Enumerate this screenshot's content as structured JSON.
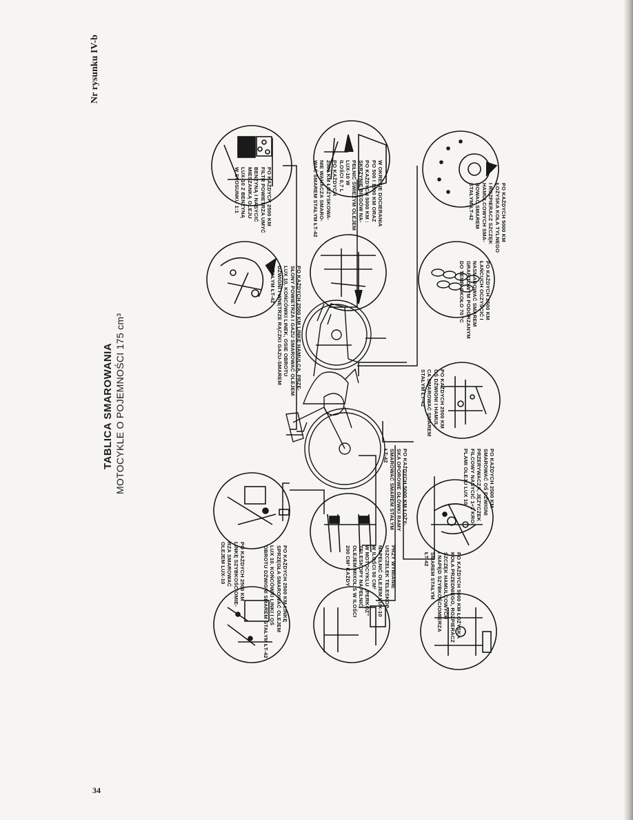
{
  "header": {
    "title": "TABLICA SMAROWANIA",
    "subtitle": "MOTOCYKLE O POJEMNOŚCI 175 cm³",
    "figure_label": "Nr rysunku IV-b"
  },
  "page_number": "34",
  "notes": [
    {
      "id": "fuel-filter",
      "lines": [
        "PO KAŻDYCH 2500 km",
        "FILTR POWIETRZA UMYĆ",
        "BENZYNĄ I NASYCIĆ",
        "MIESZANKĄ OLEJU",
        "LUX-10 Z BENZYNĄ",
        "W STOSUNKU 1:1"
      ]
    },
    {
      "id": "gearbox",
      "lines": [
        "W OKRESIE DOCIERANIA",
        "PO 500 I 1500 km ORAZ",
        "PO KAŻDYCH 5000 km :",
        "SKRZYNIĘ BIEGÓW NA-",
        "PEŁNIĆ ŚWIEŻYM OLEJEM",
        "LUX-10 W",
        "ILOŚCI 0,7 L",
        "PO KAŻDYCH",
        "2500 km ŁOŻYSKOWA-",
        "NIE WAHACZA SMARO-",
        "WAĆ SMAREM STAŁYM ŁT-42"
      ]
    },
    {
      "id": "rear-hub",
      "lines": [
        "PO KAŻDYCH 5000 km",
        "ŁOŻYSKA KOŁA TYLNEGO",
        "I ROZPIERACZ SZCZĘK",
        "HAMULCOWYCH SMA-",
        "ROWAĆ SMAREM",
        "STAŁYM ŁT-42"
      ]
    },
    {
      "id": "cables",
      "lines": [
        "PO KAŻDYCH 2500 km LINKĘ HAMULCA, PRZE-",
        "SŁONY POWIETRZA I GAZU SMAROWAĆ OLEJEM",
        "LUX 10, KOŃCÓWKI LINEK, OSIE OBROTU",
        "DŹWIGNI I WNĘTRZE RĄCZKI GAZU-SMAREM",
        "STAŁYM ŁT-42"
      ]
    },
    {
      "id": "chain",
      "lines": [
        "PO KAŻDYCH 2500 km",
        "ŁAŃCUCH OCZYŚCIĆ I",
        "NASMAROWAĆ SMAREM",
        "GRAFITOWYM PODGRZANYM",
        "DO TEMP. OKOŁO 70 °C"
      ]
    },
    {
      "id": "brake-lever",
      "lines": [
        "PO KAŻDYCH 2500 km",
        "OŚ DŹWIGNI I HAMUL-",
        "CA SMAROWAĆ SMAREM",
        "STAŁYM ŁT-42"
      ]
    },
    {
      "id": "breaker",
      "lines": [
        "PO KAŻDYCH 2500 km",
        "SMAROWAĆ OŚ DŹWIGNI",
        "PRZERYWACZA, JĘZYCZEK",
        "FILCOWY NASYCIĆ 1÷2 KRO-",
        "PLAMI OLEJU LUX 10"
      ]
    },
    {
      "id": "steering",
      "lines": [
        "PO KAŻDYCH 5000 km ŁOŻY-",
        "SKA OPOROWE GŁÓWKI RAMY",
        "SMAROWAĆ SMAREM STAŁYM",
        "ŁT-42"
      ]
    },
    {
      "id": "speedo-cable",
      "lines": [
        "PO KAŻDYCH 2500 km",
        "LINKĘ SZYBKOŚCIOMIE-",
        "RZA SMAROWAĆ",
        "OLEJEM LUX-10"
      ]
    },
    {
      "id": "clutch-cable",
      "lines": [
        "PO KAŻDYCH 2500 km LINKĘ",
        "SPRZĘGŁA SMAROWAĆ OLEJEM",
        "LUX 10. KOŃCÓWKI LINKI I OŚ",
        "OBROTU DŹWIGNI SMAREM STAŁYM ŁT-42"
      ]
    },
    {
      "id": "fork",
      "lines": [
        "PRZY WYMIANIE",
        "USZCZELEK TELESKOP",
        "NAPEŁNIĆ OLEJEM LUX-10",
        "W ILOŚCI 50 cm³",
        "W MOTOCYKLU „PERKOZ”",
        "TELESKOPY NAPEŁNIĆ",
        "OLEJEM MIXOL S W ILOŚCI",
        "200 cm³ KAŻDY"
      ]
    },
    {
      "id": "front-hub",
      "lines": [
        "PO KAŻDYCH 5000 km ŁOŻYSKA",
        "KOŁA PRZEDNIEGO, ROZPIERACZ",
        "SZCZĘK HAMULCOWYCH",
        "I NAPĘD SZYBKOŚCIOMIERZA",
        "SMAREM STAŁYM",
        "ŁT-42"
      ]
    }
  ]
}
